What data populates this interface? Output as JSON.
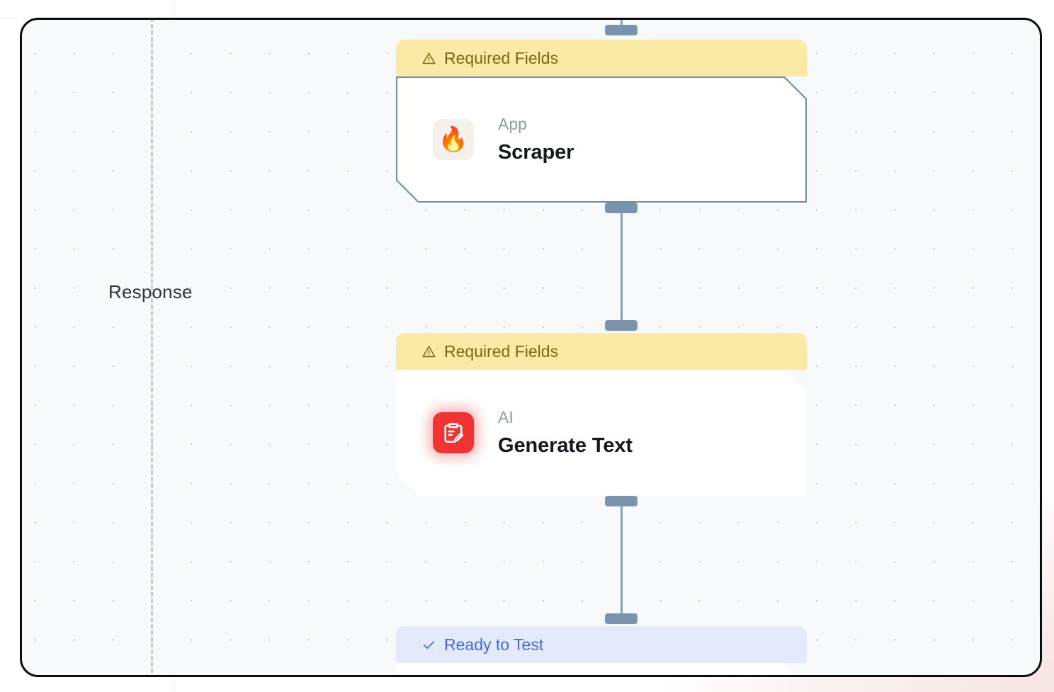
{
  "canvas": {
    "lane_label": "Response",
    "grid": "dot-grid",
    "background_color": "#f8f9fb",
    "frame_color": "#0d0d0f",
    "divider_color": "#c4c7cf"
  },
  "nodes": [
    {
      "id": "scraper",
      "banner": {
        "status": "warning",
        "label": "Required Fields",
        "icon": "warning-triangle-icon",
        "bg": "#fbe9a6",
        "fg": "#7d6713"
      },
      "icon": {
        "name": "fire-icon",
        "glyph": "🔥",
        "bg": "#f4f1ec"
      },
      "kind": "App",
      "title": "Scraper",
      "selected": true
    },
    {
      "id": "generate-text",
      "banner": {
        "status": "warning",
        "label": "Required Fields",
        "icon": "warning-triangle-icon",
        "bg": "#fbe9a6",
        "fg": "#7d6713"
      },
      "icon": {
        "name": "clipboard-pencil-icon",
        "bg": "#f03434"
      },
      "kind": "AI",
      "title": "Generate Text",
      "selected": false
    },
    {
      "id": "ready-node",
      "banner": {
        "status": "ready",
        "label": "Ready to Test",
        "icon": "check-icon",
        "bg": "#e4eafb",
        "fg": "#4666e8"
      },
      "kind": "",
      "title": "",
      "selected": false
    }
  ],
  "connectors": [
    {
      "from": "canvas-top",
      "to": "scraper"
    },
    {
      "from": "scraper",
      "to": "generate-text"
    },
    {
      "from": "generate-text",
      "to": "ready-node"
    }
  ]
}
